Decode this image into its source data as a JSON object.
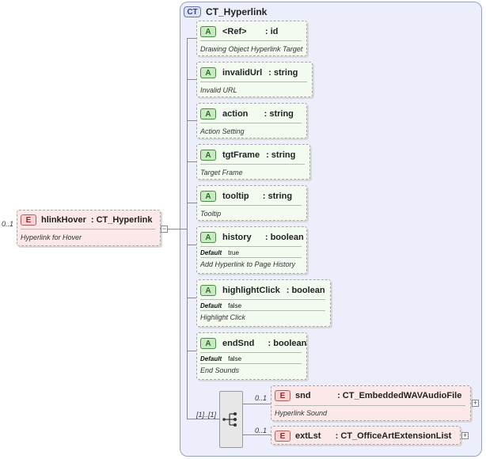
{
  "root": {
    "multiplicity": "0..1",
    "badge": "E",
    "name": "hlinkHover",
    "type_label": ": CT_Hyperlink",
    "doc": "Hyperlink for Hover",
    "collapse_glyph": "−"
  },
  "complex_type": {
    "badge": "CT",
    "name": "CT_Hyperlink"
  },
  "attributes": [
    {
      "badge": "A",
      "name": "<Ref>     ",
      "type": ": id",
      "doc": "Drawing Object Hyperlink Target"
    },
    {
      "badge": "A",
      "name": "invalidUrl",
      "type": ": string",
      "doc": "Invalid URL"
    },
    {
      "badge": "A",
      "name": "action    ",
      "type": ": string",
      "doc": "Action Setting"
    },
    {
      "badge": "A",
      "name": "tgtFrame",
      "type": ": string",
      "doc": "Target Frame"
    },
    {
      "badge": "A",
      "name": "tooltip   ",
      "type": ": string",
      "doc": "Tooltip"
    },
    {
      "badge": "A",
      "name": "history   ",
      "type": ": boolean",
      "default_label": "Default",
      "default_value": "true",
      "doc": "Add Hyperlink to Page History"
    },
    {
      "badge": "A",
      "name": "highlightClick",
      "type": ": boolean",
      "default_label": "Default",
      "default_value": "false",
      "doc": "Highlight Click"
    },
    {
      "badge": "A",
      "name": "endSnd   ",
      "type": ": boolean",
      "default_label": "Default",
      "default_value": "false",
      "doc": "End Sounds"
    }
  ],
  "sequence": {
    "multiplicity": "[1]..[1]",
    "icon": "sequence-icon"
  },
  "children": [
    {
      "multiplicity": "0..1",
      "badge": "E",
      "name": "snd         ",
      "type": ": CT_EmbeddedWAVAudioFile",
      "doc": "Hyperlink Sound",
      "expand_glyph": "+"
    },
    {
      "multiplicity": "0..1",
      "badge": "E",
      "name": "extLst    ",
      "type": ": CT_OfficeArtExtensionList",
      "expand_glyph": "+"
    }
  ],
  "colors": {
    "container_bg": "#eceffb",
    "attribute_bg": "#f3fbf1",
    "element_bg": "#fbe9e9",
    "badge_attr": "#c8ebc3",
    "badge_elem": "#f8d3d3"
  }
}
